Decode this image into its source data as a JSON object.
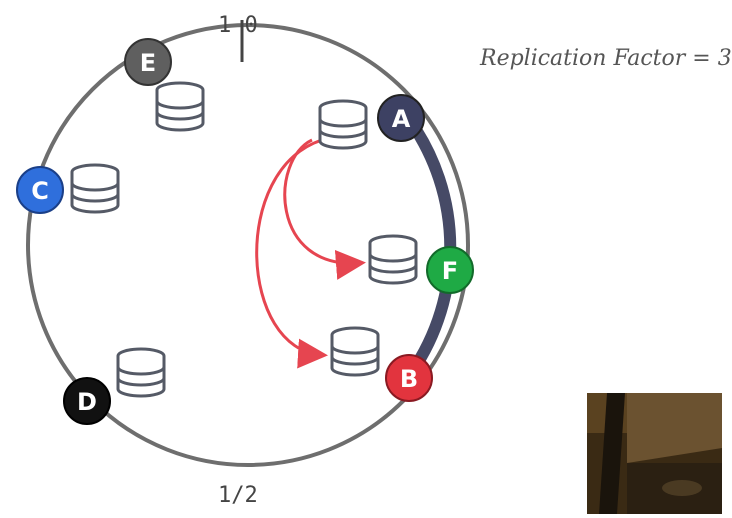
{
  "ring": {
    "top_label": "1 0",
    "bottom_label": "1/2"
  },
  "replication": {
    "text": "Replication Factor = 3"
  },
  "nodes": [
    {
      "id": "E",
      "color": "#5f5f5f"
    },
    {
      "id": "A",
      "color": "#3d4163"
    },
    {
      "id": "C",
      "color": "#2f6fdc"
    },
    {
      "id": "F",
      "color": "#1faa45"
    },
    {
      "id": "B",
      "color": "#e2343e"
    },
    {
      "id": "D",
      "color": "#111111"
    }
  ],
  "colors": {
    "ring": "#6e6e6e",
    "replica_arc": "#464a66",
    "arrow": "#e64550",
    "database_stroke": "#555a66"
  },
  "icons": [
    "database-icon",
    "arrow-icon"
  ]
}
